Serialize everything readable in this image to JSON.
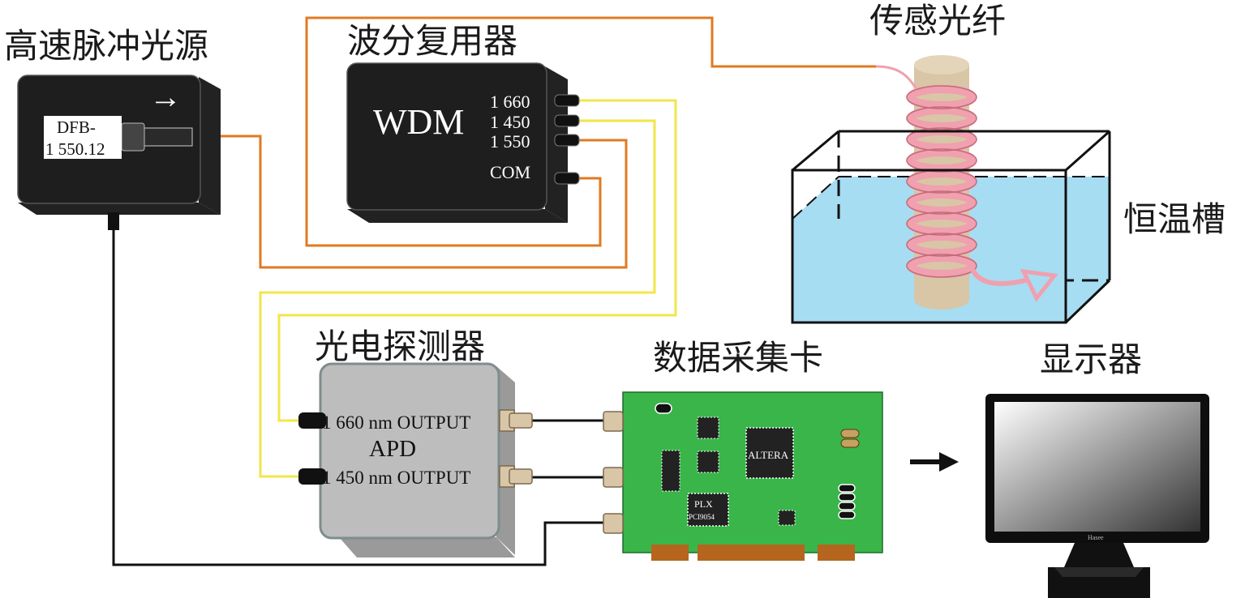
{
  "labels": {
    "laser": "高速脉冲光源",
    "wdm": "波分复用器",
    "sensing_fiber": "传感光纤",
    "thermostat": "恒温槽",
    "detector": "光电探测器",
    "daq": "数据采集卡",
    "display": "显示器"
  },
  "laser": {
    "model_line1": "DFB-",
    "model_line2": "1 550.12",
    "arrow": "→"
  },
  "wdm": {
    "title": "WDM",
    "ports": [
      "1 660",
      "1 450",
      "1 550",
      "COM"
    ]
  },
  "apd": {
    "title": "APD",
    "output_1": "1 660 nm OUTPUT",
    "output_2": "1 450 nm OUTPUT"
  },
  "daq": {
    "fpga_label": "ALTERA",
    "bridge_label_1": "PLX",
    "bridge_label_2": "PCI9054"
  },
  "monitor": {
    "brand": "Hasee"
  },
  "colors": {
    "orange_fiber": "#e07a22",
    "yellow_fiber": "#f2e64a",
    "black_cable": "#111111",
    "pcb_green": "#39b54a",
    "water": "#a6ddf2",
    "fiber_pink": "#f0a0ae",
    "spool": "#d8c6a6",
    "apd_body": "#bdbdbd"
  }
}
